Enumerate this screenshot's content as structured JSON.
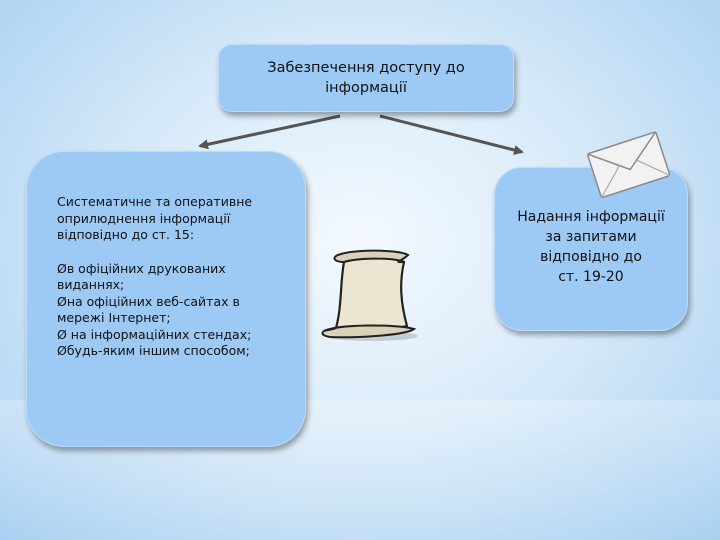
{
  "top_box": {
    "line1": "Забезпечення доступу до",
    "line2": "інформації"
  },
  "left_box": {
    "intro": [
      "Систематичне та оперативне",
      "оприлюднення інформації",
      "відповідно до ст. 15:"
    ],
    "items": [
      [
        "Øв офіційних друкованих",
        "виданнях;"
      ],
      [
        "Øна офіційних веб-сайтах в",
        "мережі Інтернет;"
      ],
      [
        "Ø на інформаційних стендах;"
      ],
      [
        "Øбудь-яким іншим способом;"
      ]
    ]
  },
  "right_box": {
    "lines": [
      "Надання інформації",
      "за запитами",
      "відповідно до",
      "ст. 19-20"
    ]
  },
  "icons": [
    "scroll-icon",
    "envelope-icon"
  ],
  "colors": {
    "box_fill": "#9ccaf5",
    "arrow": "#555555",
    "background": "#d9ebf9"
  }
}
